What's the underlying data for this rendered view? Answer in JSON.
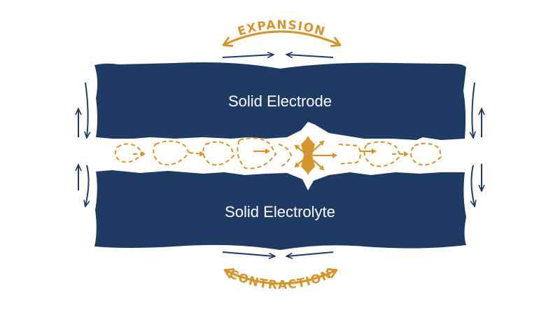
{
  "labels": {
    "top_block": "Solid Electrode",
    "bottom_block": "Solid Electrolyte",
    "top_arrow": "EXPANSION",
    "bottom_arrow": "CONTRACTION"
  },
  "colors": {
    "block": "#1f3a63",
    "accent": "#d4952c",
    "background": "#ffffff"
  }
}
